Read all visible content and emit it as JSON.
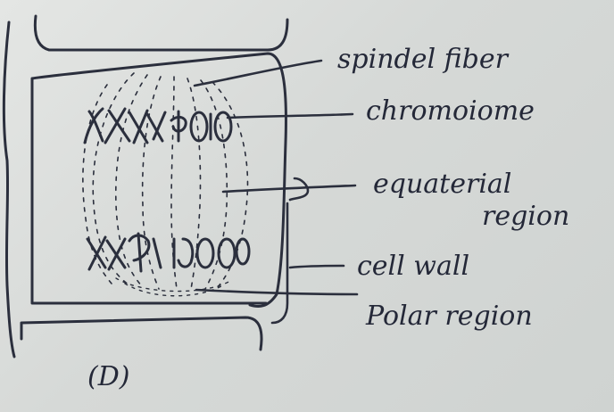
{
  "labels": {
    "spindle_fiber": "spindel fiber",
    "chromosome": "chromoiome",
    "equatorial_line1": "equaterial",
    "equatorial_line2": "region",
    "cell_wall": "cell wall",
    "polar_region": "Polar region"
  },
  "figure_tag": "(D)",
  "colors": {
    "paper": "#d9dcda",
    "ink": "#2b2f3d"
  }
}
